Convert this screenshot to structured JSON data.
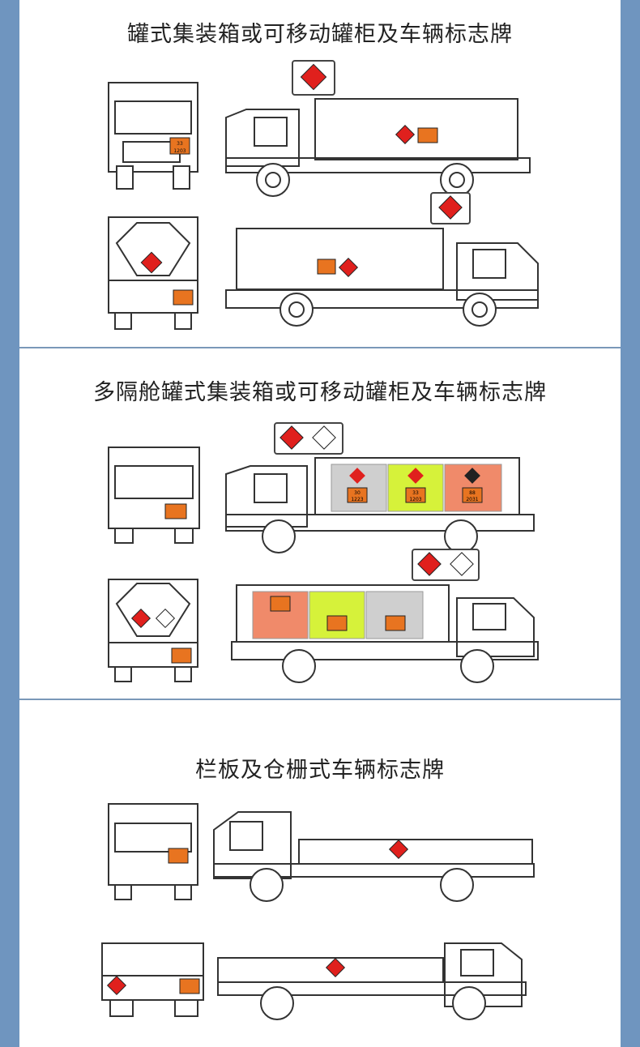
{
  "sections": [
    {
      "title": "罐式集装箱或可移动罐柜及车辆标志牌"
    },
    {
      "title": "多隔舱罐式集装箱或可移动罐柜及车辆标志牌"
    },
    {
      "title": "栏板及仓栅式车辆标志牌"
    }
  ],
  "plates": {
    "top": "33",
    "bottom": "1203",
    "comp1_top": "30",
    "comp1_bottom": "1223",
    "comp2_top": "33",
    "comp2_bottom": "1203",
    "comp3_top": "88",
    "comp3_bottom": "2031"
  },
  "colors": {
    "background": "#6f95bf",
    "panel": "#ffffff",
    "hazard_red": "#e0201d",
    "plate_orange": "#e87420",
    "grey_compartment": "#cfcfcf",
    "lime_compartment": "#d6f23a",
    "salmon_compartment": "#f08a6a"
  }
}
